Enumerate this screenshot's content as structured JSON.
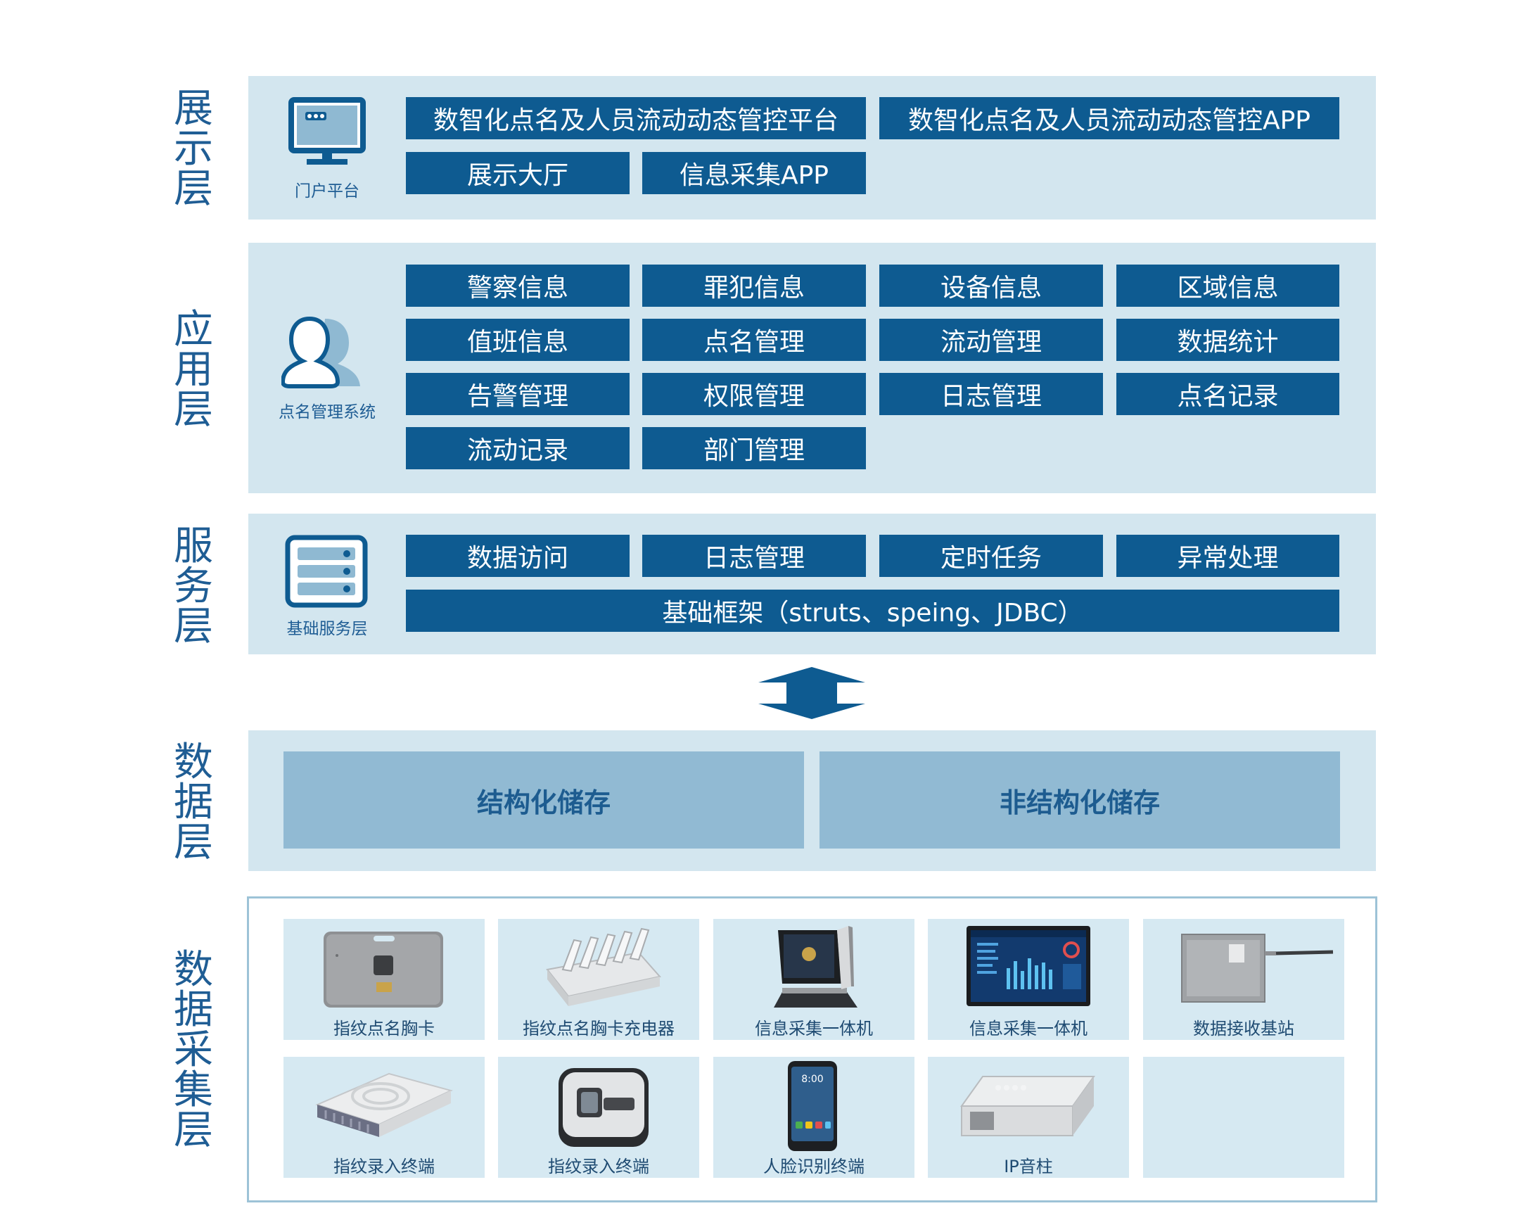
{
  "layers": {
    "display": {
      "label": "展示层",
      "system_caption": "门户平台",
      "icon": "monitor-icon",
      "modules": [
        "数智化点名及人员流动动态管控平台",
        "数智化点名及人员流动动态管控APP",
        "展示大厅",
        "信息采集APP"
      ]
    },
    "application": {
      "label": "应用层",
      "system_caption": "点名管理系统",
      "icon": "user-icon",
      "modules": [
        "警察信息",
        "罪犯信息",
        "设备信息",
        "区域信息",
        "值班信息",
        "点名管理",
        "流动管理",
        "数据统计",
        "告警管理",
        "权限管理",
        "日志管理",
        "点名记录",
        "流动记录",
        "部门管理"
      ]
    },
    "service": {
      "label": "服务层",
      "system_caption": "基础服务层",
      "icon": "server-icon",
      "modules": [
        "数据访问",
        "日志管理",
        "定时任务",
        "异常处理"
      ],
      "framework": "基础框架（struts、speing、JDBC）"
    },
    "data": {
      "label": "数据层",
      "storage": [
        "结构化储存",
        "非结构化储存"
      ]
    },
    "collection": {
      "label": "数据采集层",
      "devices": [
        {
          "name": "指纹点名胸卡",
          "icon": "fingerprint-badge-icon"
        },
        {
          "name": "指纹点名胸卡充电器",
          "icon": "badge-charger-icon"
        },
        {
          "name": "信息采集一体机",
          "icon": "collection-kiosk-icon"
        },
        {
          "name": "信息采集一体机",
          "icon": "wall-display-icon"
        },
        {
          "name": "数据接收基站",
          "icon": "base-station-icon"
        },
        {
          "name": "指纹录入终端",
          "icon": "card-reader-icon"
        },
        {
          "name": "指纹录入终端",
          "icon": "fingerprint-scanner-icon"
        },
        {
          "name": "人脸识别终端",
          "icon": "phone-terminal-icon"
        },
        {
          "name": "IP音柱",
          "icon": "ip-speaker-icon"
        }
      ],
      "phone_time": "8:00"
    }
  },
  "colors": {
    "module_blue": "#0e5b91",
    "band": "#d3e6ef",
    "storage": "#91bad3",
    "label": "#1f5d94"
  }
}
